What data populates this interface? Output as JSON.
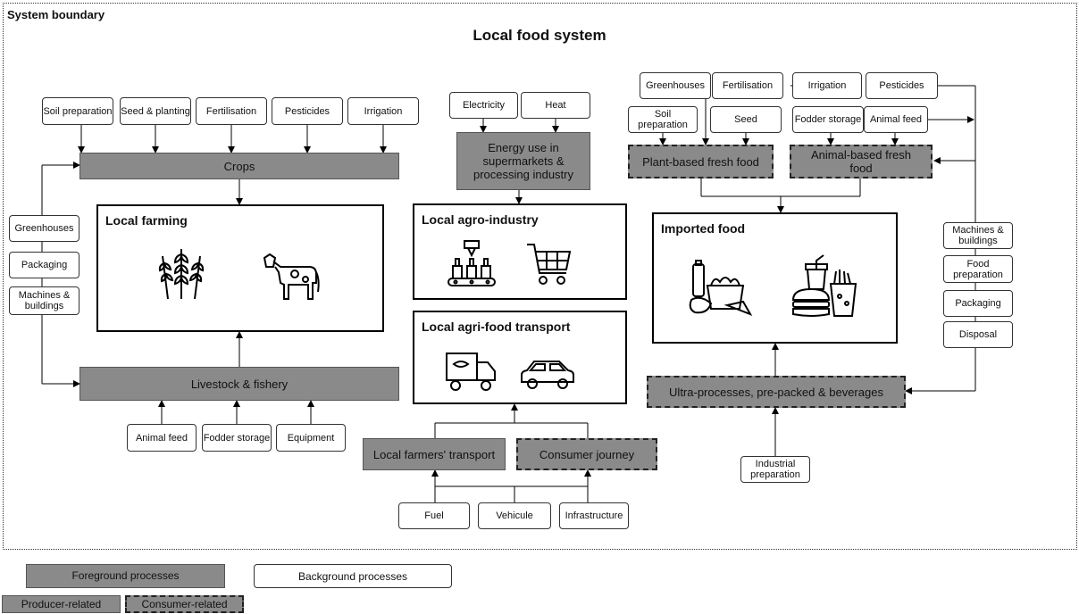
{
  "boundary_label": "System boundary",
  "title": "Local food system",
  "local_farming": {
    "crops": "Crops",
    "livestock": "Livestock & fishery",
    "title": "Local farming",
    "crop_inputs": [
      "Soil preparation",
      "Seed & planting",
      "Fertilisation",
      "Pesticides",
      "Irrigation"
    ],
    "side_inputs": [
      "Greenhouses",
      "Packaging",
      "Machines & buildings"
    ],
    "livestock_inputs": [
      "Animal feed",
      "Fodder storage",
      "Equipment"
    ]
  },
  "agro_industry": {
    "inputs": [
      "Electricity",
      "Heat"
    ],
    "energy": "Energy use in supermarkets & processing industry",
    "title": "Local agro-industry"
  },
  "transport": {
    "title": "Local agri-food transport",
    "farmers": "Local farmers' transport",
    "consumer": "Consumer journey",
    "inputs": [
      "Fuel",
      "Vehicule",
      "Infrastructure"
    ]
  },
  "imported": {
    "top_inputs": [
      "Greenhouses",
      "Fertilisation",
      "Irrigation",
      "Pesticides"
    ],
    "plant_inputs": [
      "Soil preparation",
      "Seed"
    ],
    "animal_inputs": [
      "Fodder storage",
      "Animal feed"
    ],
    "plant_based": "Plant-based fresh food",
    "animal_based": "Animal-based fresh food",
    "title": "Imported food",
    "side_inputs": [
      "Machines & buildings",
      "Food preparation",
      "Packaging",
      "Disposal"
    ],
    "ultra": "Ultra-processes, pre-packed & beverages",
    "industrial": "Industrial preparation"
  },
  "legend": {
    "foreground": "Foreground processes",
    "background": "Background processes",
    "producer": "Producer-related",
    "consumer": "Consumer-related"
  },
  "colors": {
    "foreground": "#8a8a8a",
    "border": "#000000"
  }
}
